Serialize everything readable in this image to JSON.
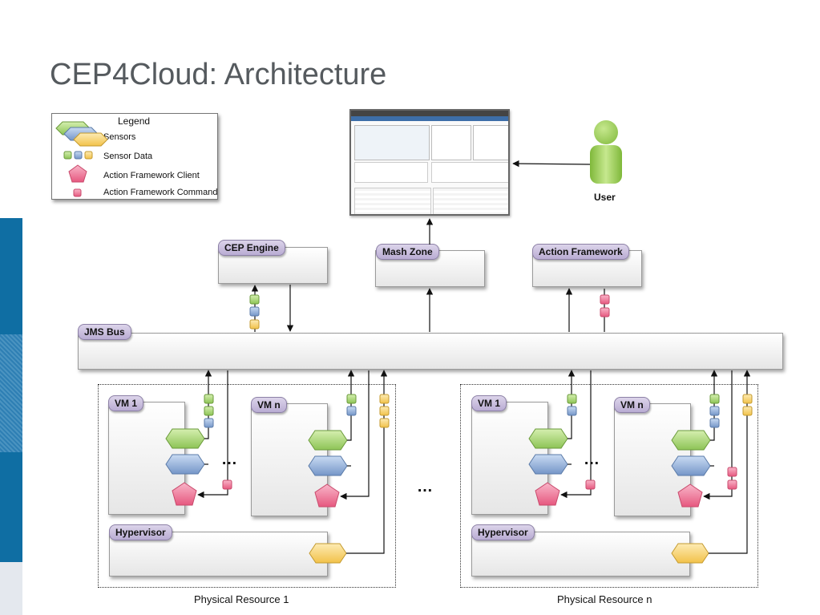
{
  "title": "CEP4Cloud: Architecture",
  "legend": {
    "title": "Legend",
    "items": [
      "Sensors",
      "Sensor Data",
      "Action Framework Client",
      "Action Framework Command"
    ]
  },
  "user_label": "User",
  "components": {
    "cep_engine": "CEP Engine",
    "mash_zone": "Mash Zone",
    "action_framework": "Action Framework",
    "jms_bus": "JMS Bus"
  },
  "resources": [
    {
      "vm_first": "VM 1",
      "vm_last": "VM n",
      "hypervisor": "Hypervisor",
      "label": "Physical Resource 1"
    },
    {
      "vm_first": "VM 1",
      "vm_last": "VM n",
      "hypervisor": "Hypervisor",
      "label": "Physical Resource n"
    }
  ],
  "ellipsis": "…",
  "colors": {
    "sensor_green": "#9fcf6a",
    "sensor_blue": "#8aa9d6",
    "sensor_yellow": "#f6d06e",
    "client_pink": "#ef7a9a",
    "user_green": "#8cc63f",
    "stripe_blue": "#0f6ea3",
    "tag_purple": "#c6bcdd"
  }
}
